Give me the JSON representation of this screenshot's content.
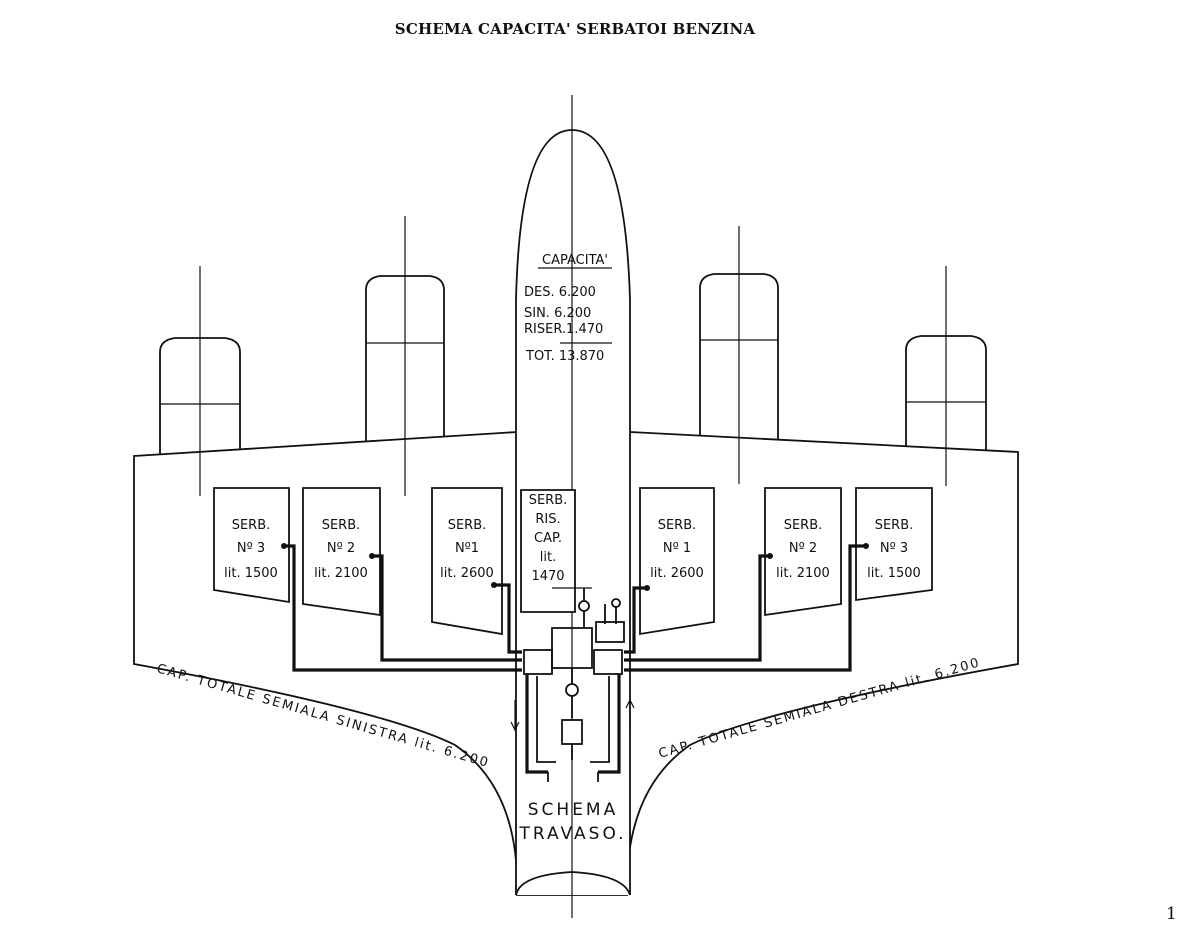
{
  "title": "SCHEMA CAPACITA' SERBATOI BENZINA",
  "page_number": "1",
  "capacity_box": {
    "heading": "CAPACITA'",
    "rows": [
      "DES. 6.200",
      "SIN. 6.200",
      "RISER.1.470"
    ],
    "total": "TOT. 13.870"
  },
  "tanks": {
    "left_3": {
      "l1": "SERB.",
      "l2": "Nº 3",
      "l3": "lit. 1500"
    },
    "left_2": {
      "l1": "SERB.",
      "l2": "Nº 2",
      "l3": "lit. 2100"
    },
    "left_1": {
      "l1": "SERB.",
      "l2": "Nº1",
      "l3": "lit. 2600"
    },
    "reserve": {
      "l1": "SERB.",
      "l2": "RIS.",
      "l3": "CAP.",
      "l4": "lit.",
      "l5": "1470"
    },
    "right_1": {
      "l1": "SERB.",
      "l2": "Nº 1",
      "l3": "lit. 2600"
    },
    "right_2": {
      "l1": "SERB.",
      "l2": "Nº 2",
      "l3": "lit. 2100"
    },
    "right_3": {
      "l1": "SERB.",
      "l2": "Nº 3",
      "l3": "lit. 1500"
    }
  },
  "left_wing_label": "CAP. TOTALE SEMIALA SINISTRA lit. 6.200",
  "right_wing_label": "CAP. TOTALE SEMIALA DESTRA lit. 6.200",
  "transfer_label": {
    "l1": "SCHEMA",
    "l2": "TRAVASO."
  }
}
